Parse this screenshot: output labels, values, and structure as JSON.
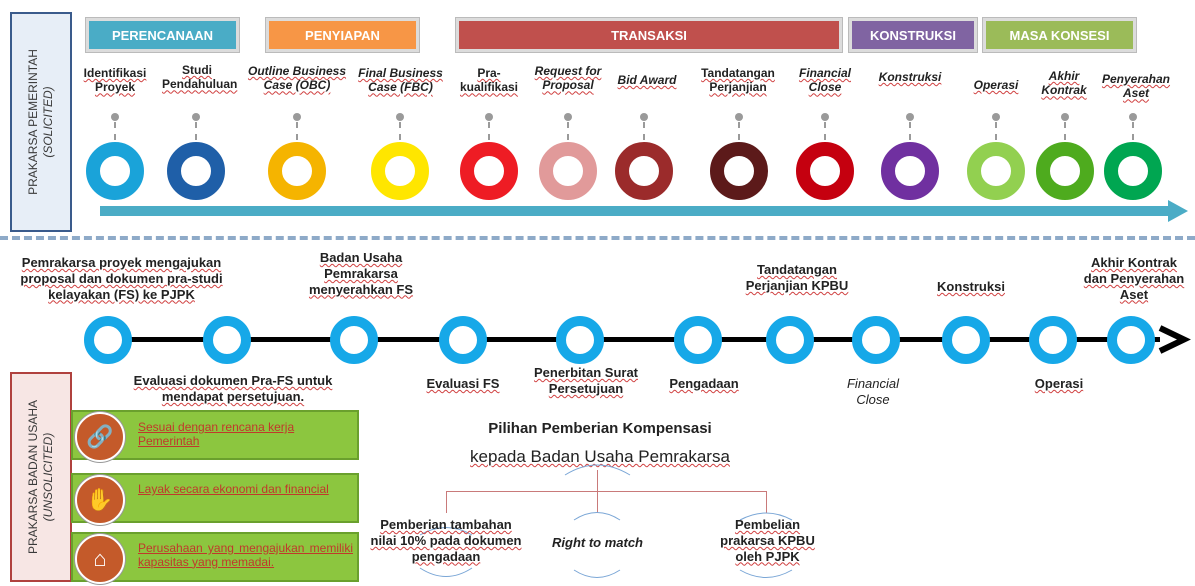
{
  "solicited": {
    "side_title": "PRAKARSA PEMERINTAH",
    "side_subtitle": "(SOLICITED)",
    "phases": [
      {
        "label": "PERENCANAAN",
        "color": "#4aacc6"
      },
      {
        "label": "PENYIAPAN",
        "color": "#f79646"
      },
      {
        "label": "TRANSAKSI",
        "color": "#c0504d"
      },
      {
        "label": "KONSTRUKSI",
        "color": "#8064a2"
      },
      {
        "label": "MASA KONSESI",
        "color": "#9bbb59"
      }
    ],
    "steps": [
      {
        "label": "Identifikasi Proyek",
        "color": "#1aa3d9"
      },
      {
        "label": "Studi Pendahuluan",
        "color": "#1f5fa8"
      },
      {
        "label": "Outline Business Case (OBC)",
        "color": "#f5b400"
      },
      {
        "label": "Final Business Case (FBC)",
        "color": "#ffe600"
      },
      {
        "label": "Pra-kualifikasi",
        "color": "#ee1c24"
      },
      {
        "label": "Request for Proposal",
        "color": "#e19a9a"
      },
      {
        "label": "Bid Award",
        "color": "#9b2b2b"
      },
      {
        "label": "Tandatangan Perjanjian",
        "color": "#5c1a1a"
      },
      {
        "label": "Financial Close",
        "color": "#c5000f"
      },
      {
        "label": "Konstruksi",
        "color": "#7030a0"
      },
      {
        "label": "Operasi",
        "color": "#92d050"
      },
      {
        "label": "Akhir Kontrak",
        "color": "#4eab1e"
      },
      {
        "label": "Penyerahan Aset",
        "color": "#00a651"
      }
    ]
  },
  "unsolicited": {
    "side_title": "PRAKARSA BADAN USAHA",
    "side_subtitle": "(UNSOLICITED)",
    "top_labels": [
      "Pemrakarsa proyek mengajukan proposal dan dokumen pra-studi kelayakan (FS) ke PJPK",
      "Badan Usaha Pemrakarsa menyerahkan FS",
      "Tandatangan Perjanjian KPBU",
      "Konstruksi",
      "Akhir Kontrak dan Penyerahan Aset"
    ],
    "bottom_labels": [
      "Evaluasi dokumen Pra-FS untuk mendapat persetujuan.",
      "Evaluasi FS",
      "Penerbitan Surat Persetujuan",
      "Pengadaan",
      "Financial Close",
      "Operasi"
    ],
    "criteria": [
      {
        "icon": "link-icon",
        "text": "Sesuai dengan rencana kerja Pemerintah"
      },
      {
        "icon": "hand-coins-icon",
        "text": "Layak secara ekonomi dan financial"
      },
      {
        "icon": "house-icon",
        "text": "Perusahaan yang mengajukan memiliki kapasitas yang memadai."
      }
    ],
    "compensation": {
      "title": "Pilihan Pemberian Kompensasi",
      "subtitle": "kepada Badan Usaha Pemrakarsa",
      "options": [
        "Pemberian tambahan nilai 10% pada dokumen pengadaan",
        "Right to match",
        "Pembelian prakarsa KPBU oleh PJPK"
      ]
    }
  }
}
